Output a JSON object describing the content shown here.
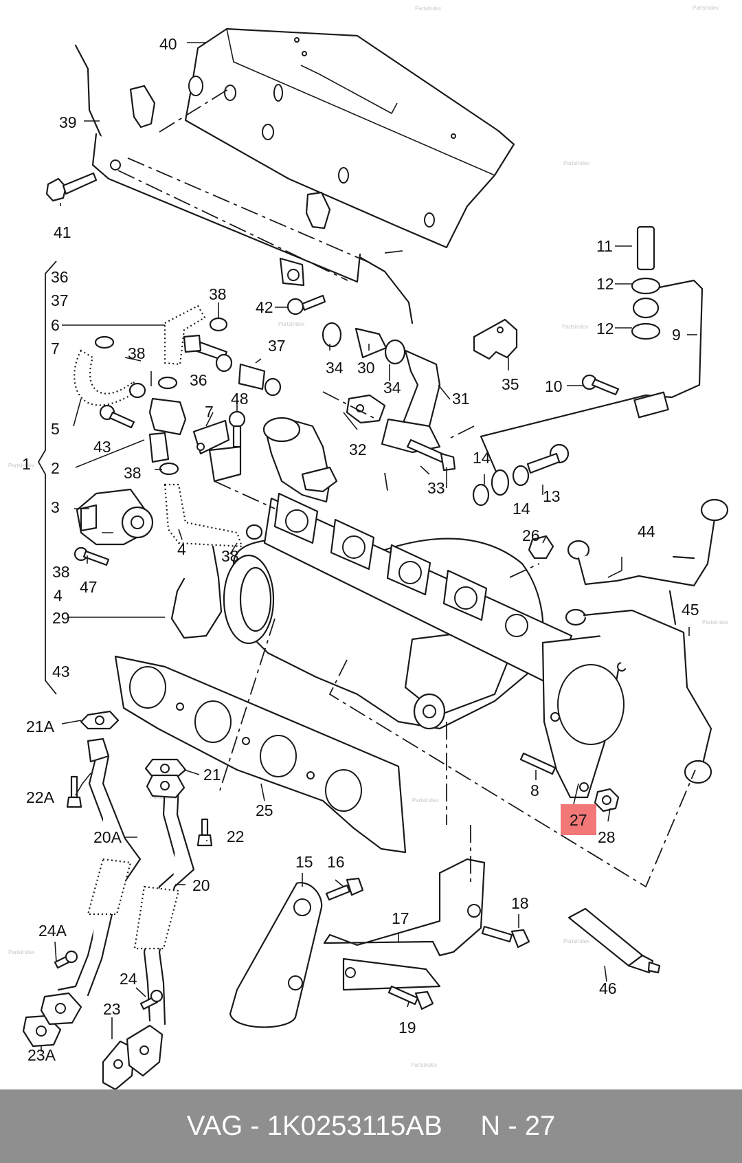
{
  "labels": [
    {
      "id": "40",
      "text": "40"
    },
    {
      "id": "39",
      "text": "39"
    },
    {
      "id": "41",
      "text": "41"
    },
    {
      "id": "11",
      "text": "11"
    },
    {
      "id": "12a",
      "text": "12"
    },
    {
      "id": "12b",
      "text": "12"
    },
    {
      "id": "9",
      "text": "9"
    },
    {
      "id": "36a",
      "text": "36"
    },
    {
      "id": "37a",
      "text": "37"
    },
    {
      "id": "42",
      "text": "42"
    },
    {
      "id": "38a",
      "text": "38"
    },
    {
      "id": "6",
      "text": "6"
    },
    {
      "id": "7a",
      "text": "7"
    },
    {
      "id": "38b",
      "text": "38"
    },
    {
      "id": "36b",
      "text": "36"
    },
    {
      "id": "37b",
      "text": "37"
    },
    {
      "id": "34a",
      "text": "34"
    },
    {
      "id": "30",
      "text": "30"
    },
    {
      "id": "34b",
      "text": "34"
    },
    {
      "id": "35",
      "text": "35"
    },
    {
      "id": "31",
      "text": "31"
    },
    {
      "id": "10",
      "text": "10"
    },
    {
      "id": "5",
      "text": "5"
    },
    {
      "id": "48",
      "text": "48"
    },
    {
      "id": "7b",
      "text": "7"
    },
    {
      "id": "43a",
      "text": "43"
    },
    {
      "id": "1",
      "text": "1"
    },
    {
      "id": "2",
      "text": "2"
    },
    {
      "id": "38c",
      "text": "38"
    },
    {
      "id": "32",
      "text": "32"
    },
    {
      "id": "14a",
      "text": "14"
    },
    {
      "id": "33",
      "text": "33"
    },
    {
      "id": "14b",
      "text": "14"
    },
    {
      "id": "13",
      "text": "13"
    },
    {
      "id": "3",
      "text": "3"
    },
    {
      "id": "4a",
      "text": "4"
    },
    {
      "id": "38d",
      "text": "38"
    },
    {
      "id": "26",
      "text": "26"
    },
    {
      "id": "44",
      "text": "44"
    },
    {
      "id": "38e",
      "text": "38"
    },
    {
      "id": "47",
      "text": "47"
    },
    {
      "id": "4b",
      "text": "4"
    },
    {
      "id": "29",
      "text": "29"
    },
    {
      "id": "45",
      "text": "45"
    },
    {
      "id": "43b",
      "text": "43"
    },
    {
      "id": "21A",
      "text": "21A"
    },
    {
      "id": "21",
      "text": "21"
    },
    {
      "id": "22A",
      "text": "22A"
    },
    {
      "id": "25",
      "text": "25"
    },
    {
      "id": "8",
      "text": "8"
    },
    {
      "id": "27",
      "text": "27"
    },
    {
      "id": "28",
      "text": "28"
    },
    {
      "id": "20A",
      "text": "20A"
    },
    {
      "id": "22",
      "text": "22"
    },
    {
      "id": "15",
      "text": "15"
    },
    {
      "id": "16",
      "text": "16"
    },
    {
      "id": "20",
      "text": "20"
    },
    {
      "id": "18",
      "text": "18"
    },
    {
      "id": "17",
      "text": "17"
    },
    {
      "id": "24A",
      "text": "24A"
    },
    {
      "id": "24",
      "text": "24"
    },
    {
      "id": "46",
      "text": "46"
    },
    {
      "id": "23",
      "text": "23"
    },
    {
      "id": "19",
      "text": "19"
    },
    {
      "id": "23A",
      "text": "23A"
    }
  ],
  "highlight": {
    "label_id": "27",
    "color": "#f27878"
  },
  "watermark": "PartsIndex",
  "footer": {
    "brand": "VAG",
    "separator": " - ",
    "part_number": "1K0253115AB",
    "position_prefix": "N - ",
    "position": "27",
    "background": "#8f8f8f"
  }
}
